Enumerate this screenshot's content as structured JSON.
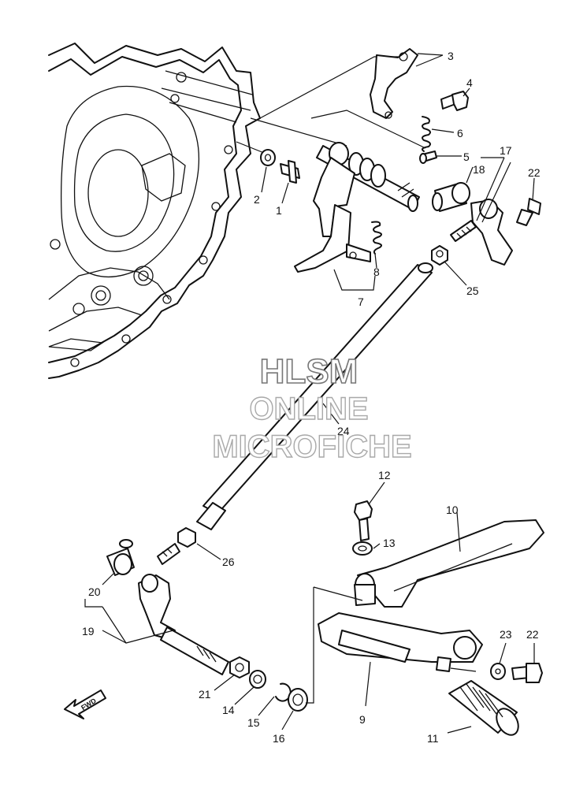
{
  "watermark": {
    "line1": "HLSM",
    "line2": "ONLINE",
    "line3": "MICROFICHE"
  },
  "direction_label": "FWD",
  "callouts": [
    {
      "id": "c1",
      "number": "1"
    },
    {
      "id": "c2",
      "number": "2"
    },
    {
      "id": "c3",
      "number": "3"
    },
    {
      "id": "c4",
      "number": "4"
    },
    {
      "id": "c5",
      "number": "5"
    },
    {
      "id": "c6",
      "number": "6"
    },
    {
      "id": "c7",
      "number": "7"
    },
    {
      "id": "c8",
      "number": "8"
    },
    {
      "id": "c9",
      "number": "9"
    },
    {
      "id": "c10",
      "number": "10"
    },
    {
      "id": "c11",
      "number": "11"
    },
    {
      "id": "c12",
      "number": "12"
    },
    {
      "id": "c13",
      "number": "13"
    },
    {
      "id": "c14",
      "number": "14"
    },
    {
      "id": "c15",
      "number": "15"
    },
    {
      "id": "c16",
      "number": "16"
    },
    {
      "id": "c17",
      "number": "17"
    },
    {
      "id": "c18",
      "number": "18"
    },
    {
      "id": "c19",
      "number": "19"
    },
    {
      "id": "c20",
      "number": "20"
    },
    {
      "id": "c21",
      "number": "21"
    },
    {
      "id": "c22a",
      "number": "22"
    },
    {
      "id": "c22b",
      "number": "22"
    },
    {
      "id": "c23",
      "number": "23"
    },
    {
      "id": "c24",
      "number": "24"
    },
    {
      "id": "c25",
      "number": "25"
    },
    {
      "id": "c26",
      "number": "26"
    }
  ]
}
